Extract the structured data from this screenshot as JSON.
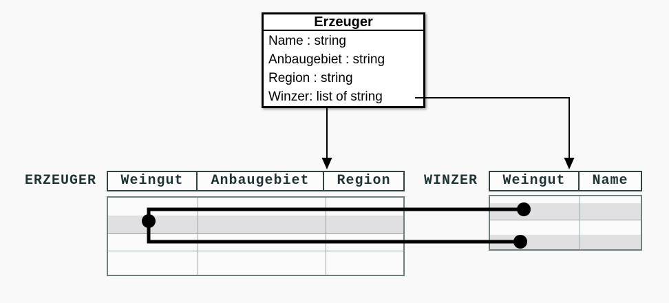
{
  "class_box": {
    "title": "Erzeuger",
    "attributes": [
      "Name : string",
      "Anbaugebiet : string",
      "Region : string",
      "Winzer: list of string"
    ]
  },
  "tables": [
    {
      "id": "erzeuger",
      "label": "ERZEUGER",
      "columns": [
        "Weingut",
        "Anbaugebiet",
        "Region"
      ],
      "rows": [
        "plain",
        "highlighted",
        "plain",
        "plain"
      ]
    },
    {
      "id": "winzer",
      "label": "WINZER",
      "columns": [
        "Weingut",
        "Name"
      ],
      "rows": [
        "plain",
        "highlighted",
        "plain",
        "highlighted"
      ]
    }
  ],
  "colors": {
    "page_bg": "#f9f9f9",
    "highlight_row": "#e0e0e3",
    "table_text": "#1e3335",
    "header_border": "#324243",
    "body_border": "#6e7f80",
    "grid_line": "#96a3a4",
    "connector": "#000000"
  }
}
